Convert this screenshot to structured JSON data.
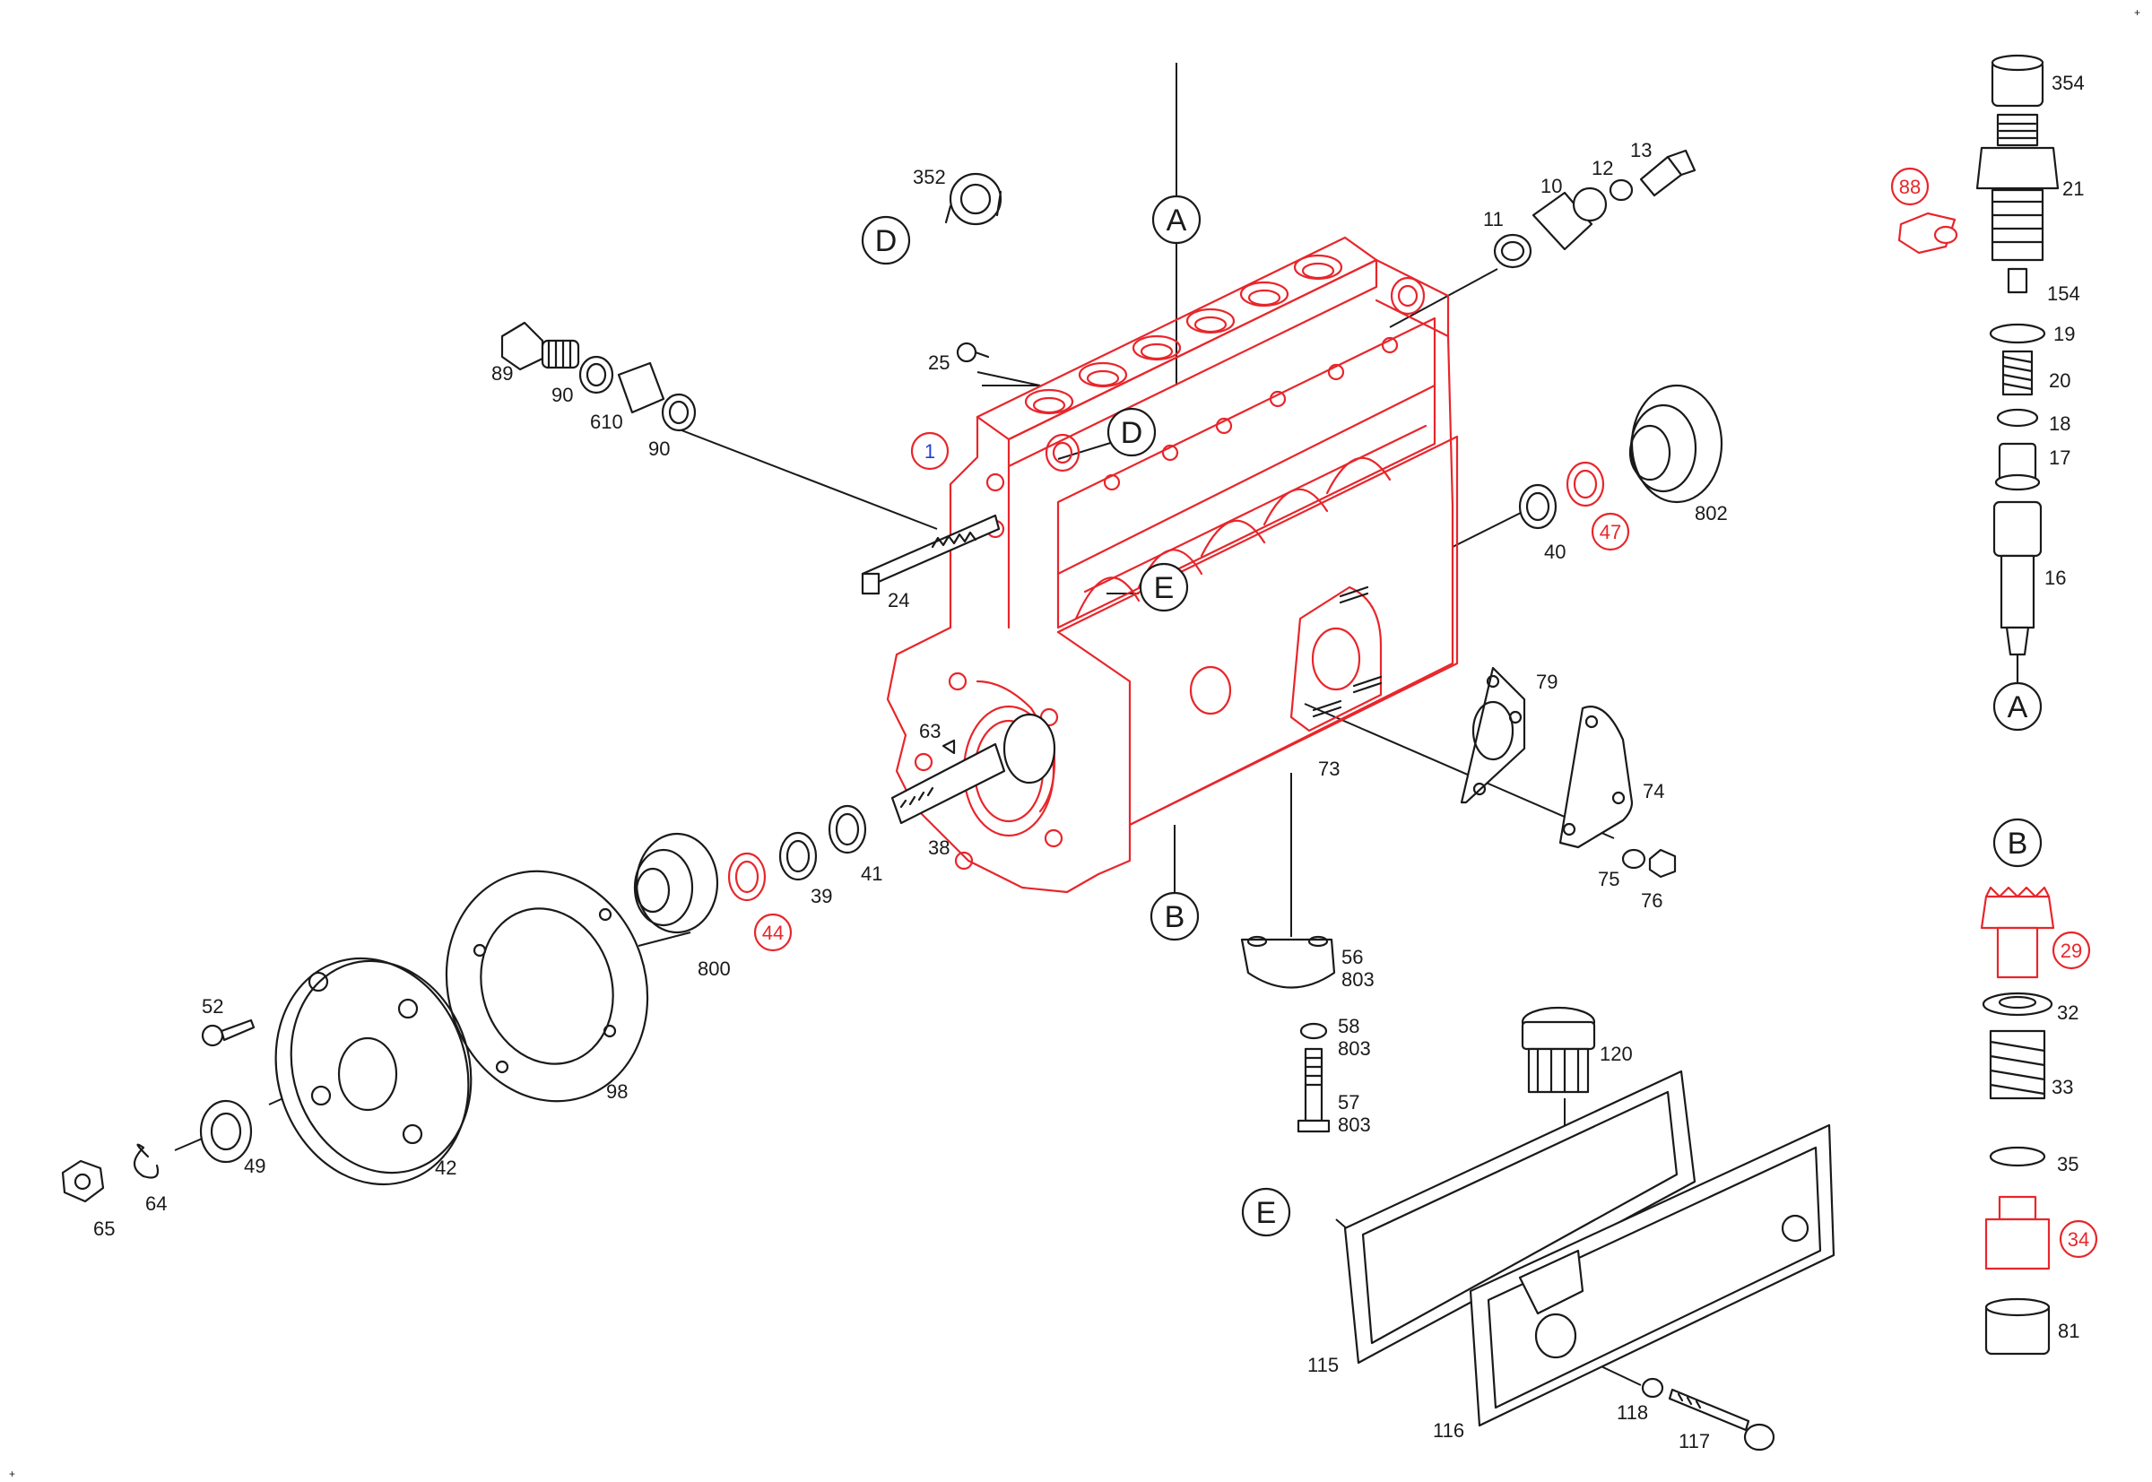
{
  "colors": {
    "line": "#1a1a1a",
    "highlight": "#e8262b",
    "main_part": "#1f3fd6",
    "background": "#ffffff"
  },
  "refs": [
    {
      "id": "A-top",
      "letter": "A"
    },
    {
      "id": "B-main",
      "letter": "B"
    },
    {
      "id": "D-top",
      "letter": "D"
    },
    {
      "id": "D-block",
      "letter": "D"
    },
    {
      "id": "E-block",
      "letter": "E"
    },
    {
      "id": "E-cover",
      "letter": "E"
    },
    {
      "id": "A-right",
      "letter": "A"
    },
    {
      "id": "B-right",
      "letter": "B"
    }
  ],
  "parts": [
    {
      "id": "1",
      "label": "1",
      "style": "blue"
    },
    {
      "id": "10",
      "label": "10"
    },
    {
      "id": "11",
      "label": "11"
    },
    {
      "id": "12",
      "label": "12"
    },
    {
      "id": "13",
      "label": "13"
    },
    {
      "id": "16",
      "label": "16"
    },
    {
      "id": "17",
      "label": "17"
    },
    {
      "id": "18",
      "label": "18"
    },
    {
      "id": "19",
      "label": "19"
    },
    {
      "id": "20",
      "label": "20"
    },
    {
      "id": "21",
      "label": "21"
    },
    {
      "id": "24",
      "label": "24"
    },
    {
      "id": "25",
      "label": "25"
    },
    {
      "id": "29",
      "label": "29",
      "style": "red"
    },
    {
      "id": "32",
      "label": "32"
    },
    {
      "id": "33",
      "label": "33"
    },
    {
      "id": "34",
      "label": "34",
      "style": "red"
    },
    {
      "id": "35",
      "label": "35"
    },
    {
      "id": "38",
      "label": "38"
    },
    {
      "id": "39",
      "label": "39"
    },
    {
      "id": "40",
      "label": "40"
    },
    {
      "id": "41",
      "label": "41",
      "style": "red"
    },
    {
      "id": "42",
      "label": "42",
      "style": "red"
    },
    {
      "id": "44",
      "label": "44"
    },
    {
      "id": "47",
      "label": "47"
    },
    {
      "id": "49",
      "label": "49"
    },
    {
      "id": "52",
      "label": "52"
    },
    {
      "id": "56",
      "label": "56"
    },
    {
      "id": "56b",
      "label": "803"
    },
    {
      "id": "57",
      "label": "57"
    },
    {
      "id": "57b",
      "label": "803"
    },
    {
      "id": "58",
      "label": "58"
    },
    {
      "id": "58b",
      "label": "803"
    },
    {
      "id": "63",
      "label": "63"
    },
    {
      "id": "64",
      "label": "64"
    },
    {
      "id": "65",
      "label": "65"
    },
    {
      "id": "73",
      "label": "73"
    },
    {
      "id": "74",
      "label": "74"
    },
    {
      "id": "75",
      "label": "75"
    },
    {
      "id": "76",
      "label": "76"
    },
    {
      "id": "79",
      "label": "79"
    },
    {
      "id": "81",
      "label": "81"
    },
    {
      "id": "88",
      "label": "88",
      "style": "red"
    },
    {
      "id": "89",
      "label": "89"
    },
    {
      "id": "90a",
      "label": "90"
    },
    {
      "id": "90b",
      "label": "90"
    },
    {
      "id": "98",
      "label": "98"
    },
    {
      "id": "115",
      "label": "115"
    },
    {
      "id": "116",
      "label": "116"
    },
    {
      "id": "117",
      "label": "117"
    },
    {
      "id": "118",
      "label": "118"
    },
    {
      "id": "120",
      "label": "120"
    },
    {
      "id": "154",
      "label": "154"
    },
    {
      "id": "352",
      "label": "352"
    },
    {
      "id": "354",
      "label": "354"
    },
    {
      "id": "610",
      "label": "610"
    },
    {
      "id": "800",
      "label": "800"
    },
    {
      "id": "802",
      "label": "802"
    }
  ]
}
